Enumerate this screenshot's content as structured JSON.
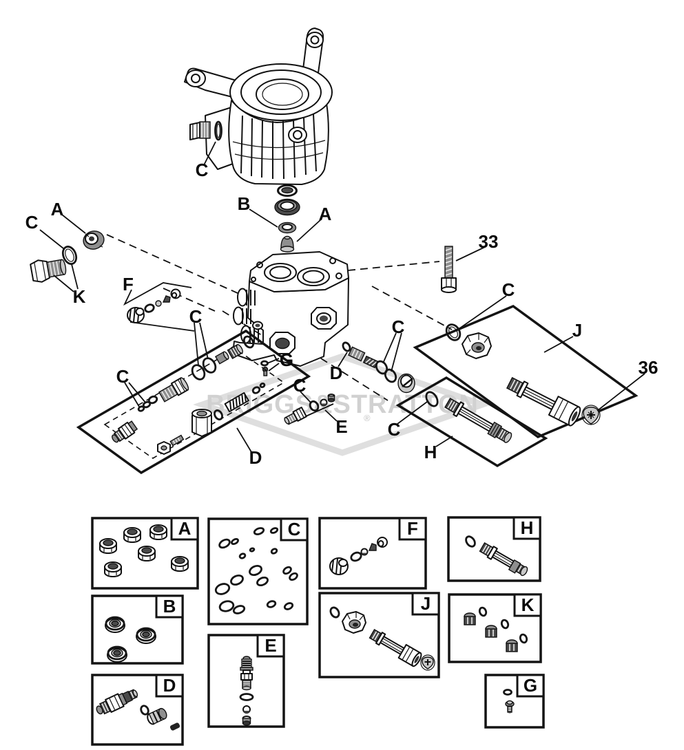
{
  "diagram": {
    "watermark": {
      "text": "BRIGGS&STRATTON",
      "reg": "®",
      "color": "#c9c9c9"
    },
    "callouts": [
      {
        "id": "c-housing-plug-oring",
        "label": "C"
      },
      {
        "id": "b-seal-stack",
        "label": "B"
      },
      {
        "id": "a-cone-seal",
        "label": "A"
      },
      {
        "id": "a-left-port-fitting",
        "label": "A"
      },
      {
        "id": "c-left-oring",
        "label": "C"
      },
      {
        "id": "k-hex-plug-kit",
        "label": "K"
      },
      {
        "id": "f-thermal-relief-kit",
        "label": "F"
      },
      {
        "id": "c-unloader-orings-upper",
        "label": "C"
      },
      {
        "id": "g-fastener-kit",
        "label": "G"
      },
      {
        "id": "c-check-valve-orings",
        "label": "C"
      },
      {
        "id": "d-check-valve-row",
        "label": "D"
      },
      {
        "id": "c-unloader-washers-lower",
        "label": "C"
      },
      {
        "id": "c-outlet-valve-oring",
        "label": "C"
      },
      {
        "id": "e-outlet-valve-kit",
        "label": "E"
      },
      {
        "id": "c-outlet-tube-oring",
        "label": "C"
      },
      {
        "id": "d-unloader-box",
        "label": "D"
      },
      {
        "id": "h-outlet-tube-box",
        "label": "H"
      },
      {
        "id": "n33-socket-bolt",
        "label": "33"
      },
      {
        "id": "c-inlet-tube-oring",
        "label": "C"
      },
      {
        "id": "j-inlet-tube-box",
        "label": "J"
      },
      {
        "id": "n36-inlet-cap",
        "label": "36"
      }
    ]
  },
  "kits": [
    {
      "id": "kit-a",
      "label": "A"
    },
    {
      "id": "kit-b",
      "label": "B"
    },
    {
      "id": "kit-c",
      "label": "C"
    },
    {
      "id": "kit-d",
      "label": "D"
    },
    {
      "id": "kit-e",
      "label": "E"
    },
    {
      "id": "kit-f",
      "label": "F"
    },
    {
      "id": "kit-g",
      "label": "G"
    },
    {
      "id": "kit-h",
      "label": "H"
    },
    {
      "id": "kit-j",
      "label": "J"
    },
    {
      "id": "kit-k",
      "label": "K"
    }
  ]
}
